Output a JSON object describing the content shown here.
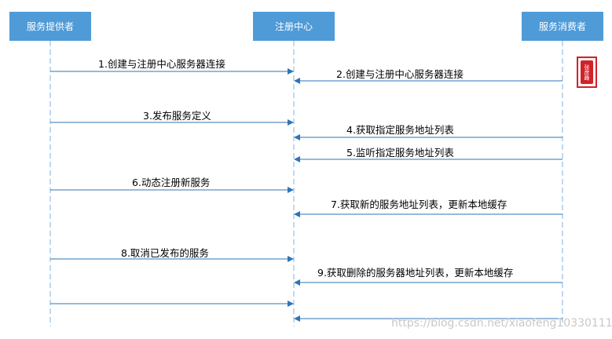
{
  "actors": {
    "provider": "服务提供者",
    "registry": "注册中心",
    "consumer": "服务消费者"
  },
  "messages": [
    "1.创建与注册中心服务器连接",
    "2.创建与注册中心服务器连接",
    "3.发布服务定义",
    "4.获取指定服务地址列表",
    "5.监听指定服务地址列表",
    "6.动态注册新服务",
    "7.获取新的服务地址列表，更新本地缓存",
    "8.取消已发布的服务",
    "9.获取删除的服务器地址列表，更新本地缓存"
  ],
  "stamp": {
    "text": "张彦峰"
  },
  "watermark": "https://blog.csdn.net/xiaofeng10330111",
  "colors": {
    "actor_fill": "#4f9bd8",
    "lifeline": "#7fb6e3",
    "arrow": "#2e75b6",
    "stamp": "#d0222a"
  }
}
